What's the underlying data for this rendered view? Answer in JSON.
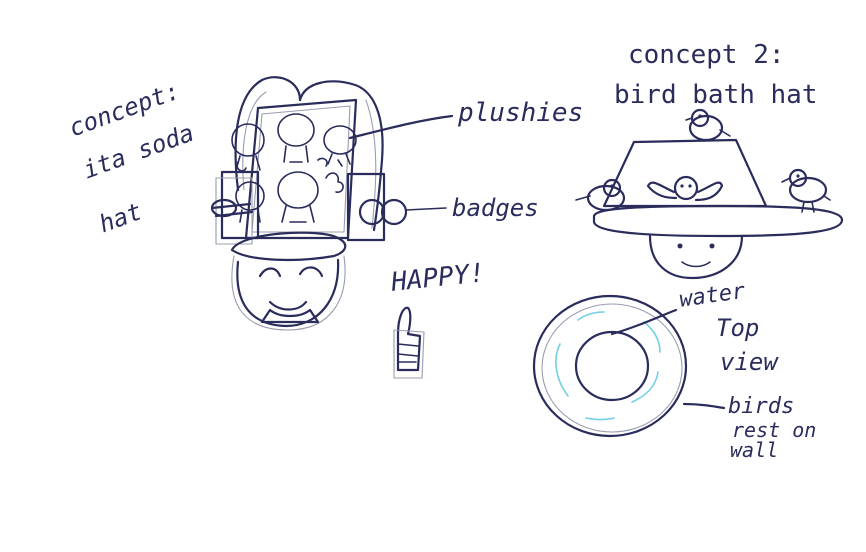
{
  "concept1": {
    "title_line1": "concept:",
    "title_line2": "ita soda",
    "title_line3": "hat",
    "label_plushies": "plushies",
    "label_badges": "badges",
    "label_happy": "HAPPY!"
  },
  "concept2": {
    "title_line1": "concept 2:",
    "title_line2": "bird bath hat",
    "label_water": "water",
    "label_top_view_1": "Top",
    "label_top_view_2": "view",
    "label_birds_1": "birds",
    "label_birds_2": "rest on",
    "label_birds_3": "wall"
  },
  "colors": {
    "ink": "#2a2c5c",
    "water": "#6fd0e6",
    "ghost": "#9a9cb0"
  }
}
